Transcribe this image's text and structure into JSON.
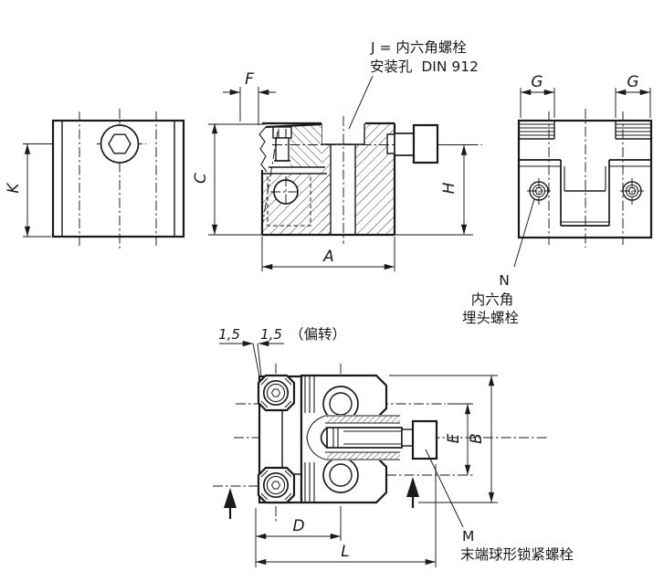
{
  "drawing": {
    "background": "#ffffff",
    "ink": "#1a1a1a",
    "dims": {
      "k": "K",
      "f": "F",
      "c": "C",
      "a": "A",
      "h": "H",
      "g_left": "G",
      "g_right": "G",
      "e": "E",
      "b": "B",
      "d": "D",
      "l": "L"
    },
    "offset": {
      "left": "1,5",
      "right": "1,5",
      "note": "（偏转）"
    },
    "callouts": {
      "j": {
        "line1": "J = 内六角螺栓",
        "line2": "安装孔  DIN 912"
      },
      "n": {
        "label": "N",
        "line1": "内六角",
        "line2": "埋头螺栓"
      },
      "m": {
        "label": "M",
        "note": "末端球形锁紧螺栓"
      }
    }
  }
}
